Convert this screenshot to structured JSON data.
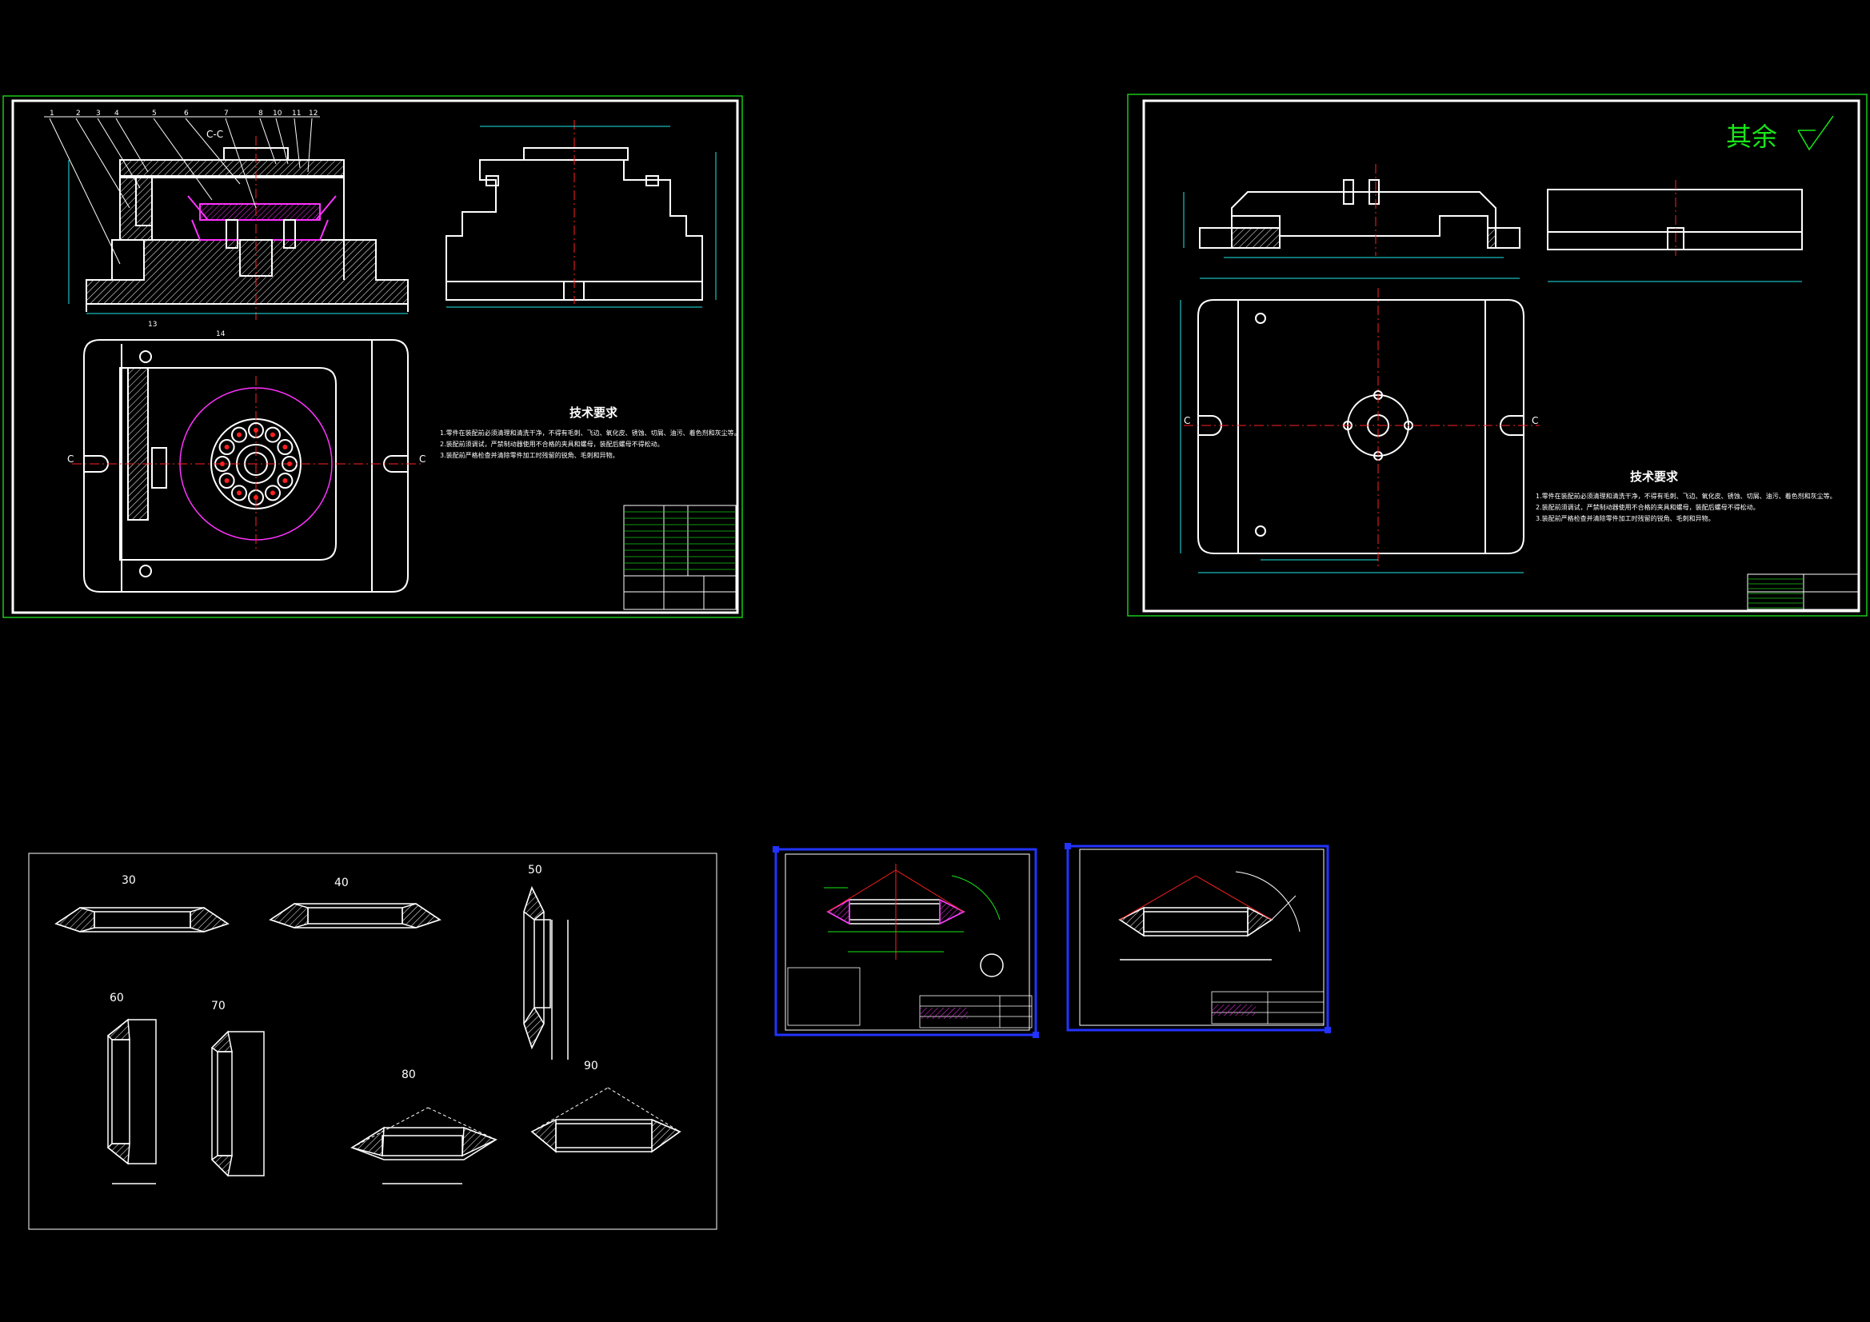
{
  "sheet1": {
    "section_label": "C-C",
    "part_numbers": [
      "1",
      "2",
      "3",
      "4",
      "5",
      "6",
      "7",
      "8",
      "10",
      "11",
      "12",
      "13",
      "14"
    ],
    "tech_title": "技术要求",
    "tech_lines": [
      "1.零件在装配前必须清理和清洗干净，不得有毛刺、飞边、氧化皮、锈蚀、切屑、油污、着色剂和灰尘等。",
      "2.装配前须调试，严禁制动器使用不合格的夹具和螺母，装配后螺母不得松动。",
      "3.装配前严格检查并清除零件加工时残留的锐角、毛刺和异物。"
    ],
    "side_mark_left": "C",
    "side_mark_right": "C"
  },
  "sheet2": {
    "roughness_label": "其余",
    "tech_title": "技术要求",
    "tech_lines": [
      "1.零件在装配前必须清理和清洗干净，不得有毛刺、飞边、氧化皮、锈蚀、切屑、油污、着色剂和灰尘等。",
      "2.装配前须调试，严禁制动器使用不合格的夹具和螺母，装配后螺母不得松动。",
      "3.装配前严格检查并清除零件加工时残留的锐角、毛刺和异物。"
    ],
    "side_mark_left": "C",
    "side_mark_right": "C"
  },
  "sheet3": {
    "step_labels": [
      "30",
      "40",
      "50",
      "60",
      "70",
      "80",
      "90"
    ]
  },
  "colors": {
    "background": "#000000",
    "line": "#ffffff",
    "frame": "#19c819",
    "center": "#ff2020",
    "hatch": "#ff33ff",
    "viewport": "#2233ff",
    "dim": "#20e8e8",
    "text_green": "#19e619"
  }
}
